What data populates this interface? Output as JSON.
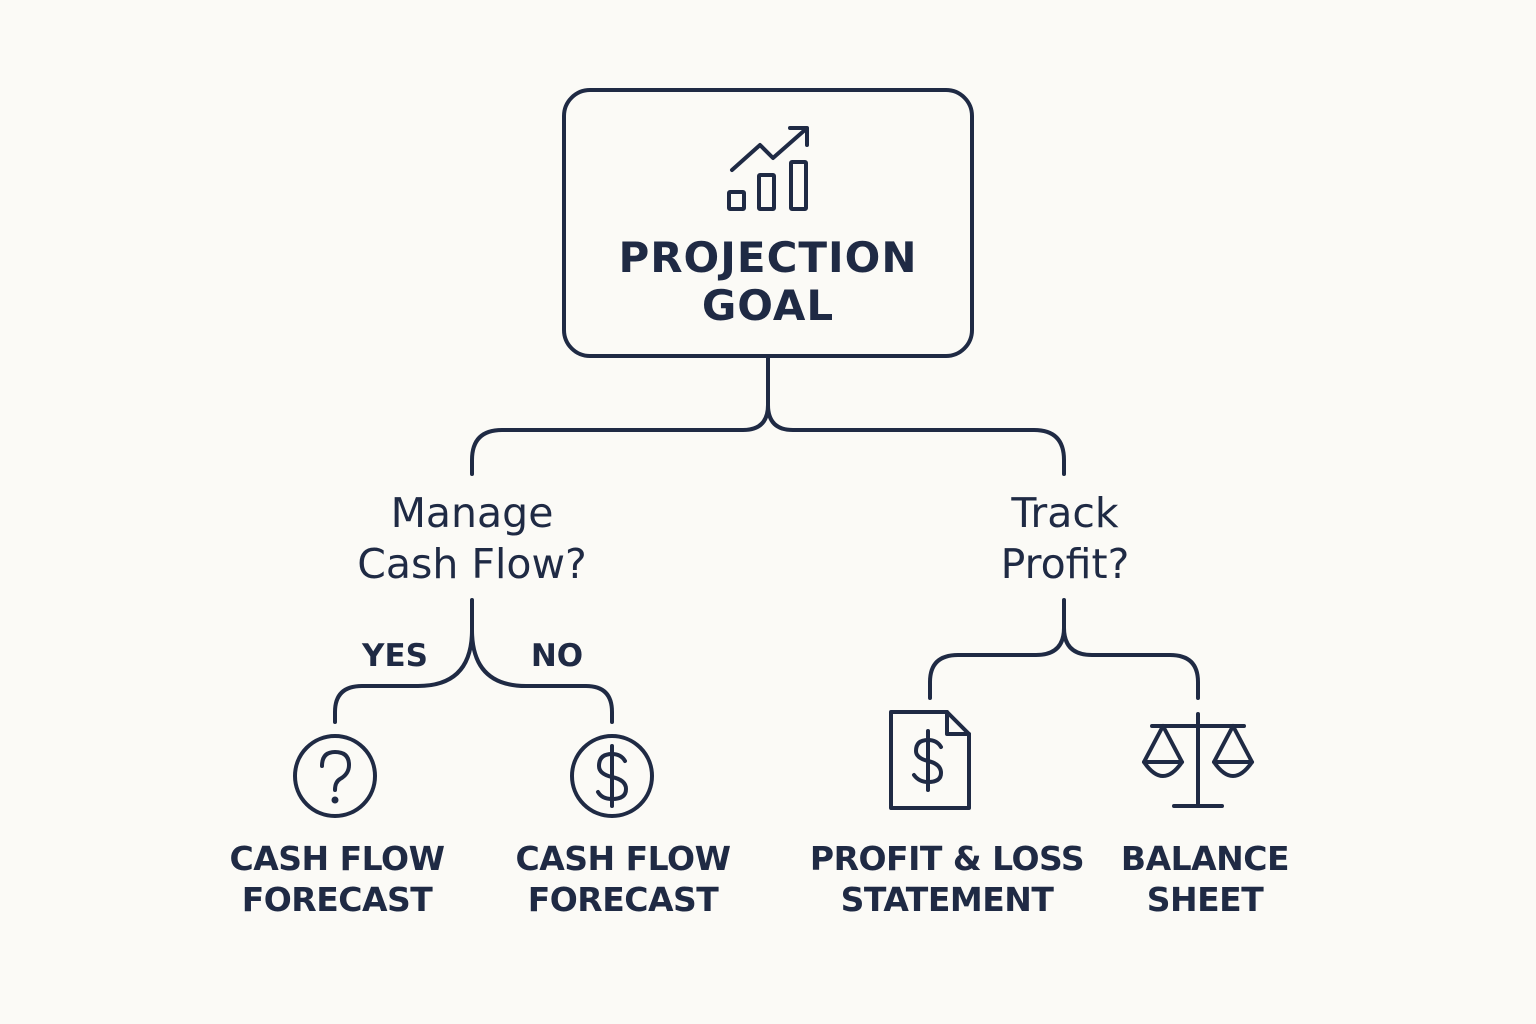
{
  "diagram": {
    "root": {
      "icon": "growth-chart-icon",
      "title_line1": "PROJECTION",
      "title_line2": "GOAL"
    },
    "questions": [
      {
        "line1": "Manage",
        "line2": "Cash Flow?",
        "branches": [
          {
            "label": "YES",
            "leaf": {
              "icon": "question-circle-icon",
              "line1": "CASH FLOW",
              "line2": "FORECAST"
            }
          },
          {
            "label": "NO",
            "leaf": {
              "icon": "dollar-circle-icon",
              "line1": "CASH FLOW",
              "line2": "FORECAST"
            }
          }
        ]
      },
      {
        "line1": "Track",
        "line2": "Profit?",
        "branches": [
          {
            "leaf": {
              "icon": "dollar-document-icon",
              "line1": "PROFIT & LOSS",
              "line2": "STATEMENT"
            }
          },
          {
            "leaf": {
              "icon": "balance-scale-icon",
              "line1": "BALANCE",
              "line2": "SHEET"
            }
          }
        ]
      }
    ]
  },
  "colors": {
    "background": "#fbfaf6",
    "ink": "#1f2a44"
  }
}
